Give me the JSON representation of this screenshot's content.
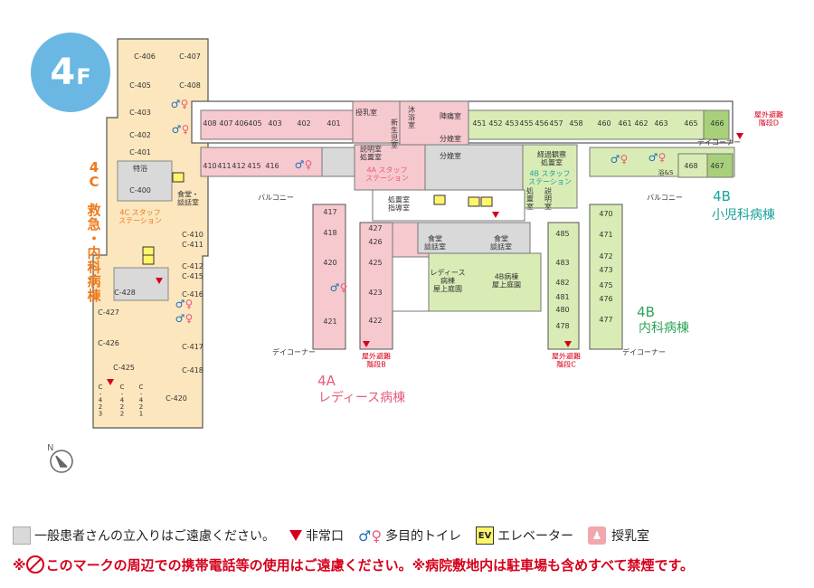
{
  "floor": {
    "number": "4",
    "suffix": "F"
  },
  "wards": {
    "c": {
      "name": "4C 救急・内科病棟",
      "station": "4C スタッフ\nステーション"
    },
    "a": {
      "name_line1": "4A",
      "name_line2": "レディース病棟",
      "station": "4A スタッフ\nステーション"
    },
    "b_int": {
      "name_line1": "4B",
      "name_line2": "内科病棟",
      "station": "4B スタッフ\nステーション"
    },
    "b_ped": {
      "name_line1": "4B",
      "name_line2": "小児科病棟"
    }
  },
  "rooms": {
    "c_left": [
      "C-406",
      "C-405",
      "C-403",
      "C-402",
      "C-401",
      "特浴",
      "C-400"
    ],
    "c_right": [
      "C-407",
      "C-408",
      "食堂・\n談話室",
      "C-410",
      "C-411",
      "C-412",
      "C-415",
      "C-416",
      "C-417",
      "C-418",
      "C-420"
    ],
    "c_lower": [
      "C-428",
      "C-427",
      "C-426",
      "C-425",
      "C-423",
      "C-422",
      "C-421"
    ],
    "top_row": [
      "408",
      "407",
      "406",
      "405",
      "403",
      "402",
      "401"
    ],
    "second_row": [
      "410",
      "411",
      "412",
      "415",
      "416"
    ],
    "a_center": [
      "授乳室",
      "説明室\n処置室",
      "沐浴室",
      "新生児室",
      "陣痛室",
      "分娩室",
      "分娩室",
      "処置室\n指導室"
    ],
    "b_top": [
      "451",
      "452",
      "453",
      "455",
      "456",
      "457",
      "458",
      "460",
      "461",
      "462",
      "463",
      "465",
      "466"
    ],
    "b_center": [
      "経過観察\n処置室",
      "処置室",
      "説明室"
    ],
    "ped": [
      "468",
      "467"
    ],
    "a_wing_left": [
      "417",
      "418",
      "420",
      "421"
    ],
    "a_wing_right": [
      "427",
      "426",
      "425",
      "423",
      "422"
    ],
    "dining": [
      "食堂\n談話室",
      "食堂\n談話室"
    ],
    "gardens": [
      "レディース\n病棟\n屋上庭園",
      "4B病棟\n屋上庭園"
    ],
    "b_wing_mid": [
      "485",
      "483",
      "482",
      "481",
      "480",
      "478"
    ],
    "b_wing_right": [
      "470",
      "471",
      "472",
      "473",
      "475",
      "476",
      "477"
    ]
  },
  "labels": {
    "balcony": "バルコニー",
    "day_corner": "デイコーナー",
    "ev": "EV",
    "wash": "浴&S",
    "emergency_d": "屋外避難\n階段D",
    "emergency_b": "屋外避難\n階段B",
    "emergency_c": "屋外避難\n階段C"
  },
  "legend": {
    "restricted": "一般患者さんの立入りはご遠慮ください。",
    "exit": "非常口",
    "toilet": "多目的トイレ",
    "ev_icon": "EV",
    "elevator": "エレベーター",
    "nursing": "授乳室"
  },
  "notice": {
    "prefix": "※",
    "text": "このマークの周辺での携帯電話等の使用はご遠慮ください。※病院敷地内は駐車場も含めすべて禁煙です。"
  },
  "colors": {
    "c_ward": "#fbe6bd",
    "a_ward": "#f6c9cf",
    "b_ward": "#d9ecb5",
    "common": "#d9d9d9",
    "badge": "#6ab7e3",
    "red": "#d6001c",
    "orange": "#ec7a1e",
    "pink": "#e85c7d",
    "teal": "#1aa39a",
    "green": "#2ea457"
  }
}
